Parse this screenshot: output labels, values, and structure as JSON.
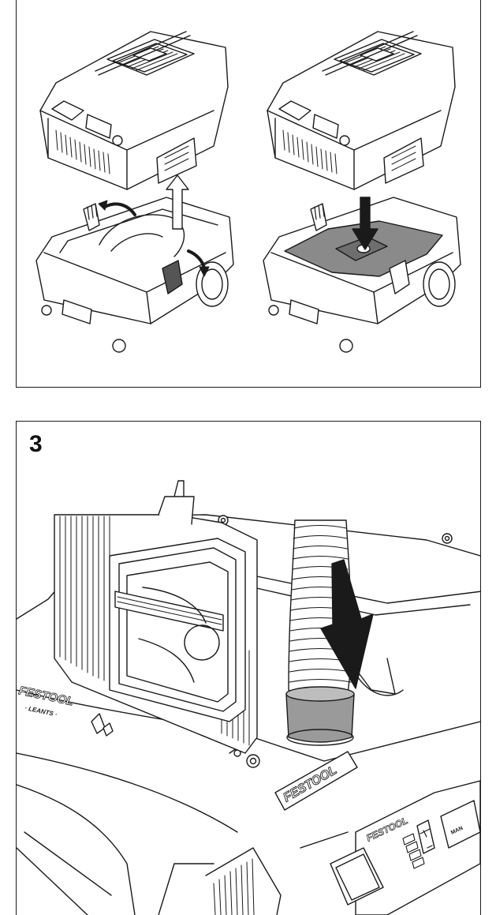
{
  "figure": {
    "panel_3_number": "3"
  },
  "brand": {
    "logo_main": "FESTOOL",
    "logo_small": "FESTOOL",
    "sublabel": "· LEANTS ·",
    "panel_button": "MAN"
  },
  "colors": {
    "line": "#1a1a1a",
    "bag_fill": "#8a8a8a",
    "hose_cuff": "#9a9a9a",
    "paper": "#ffffff"
  }
}
